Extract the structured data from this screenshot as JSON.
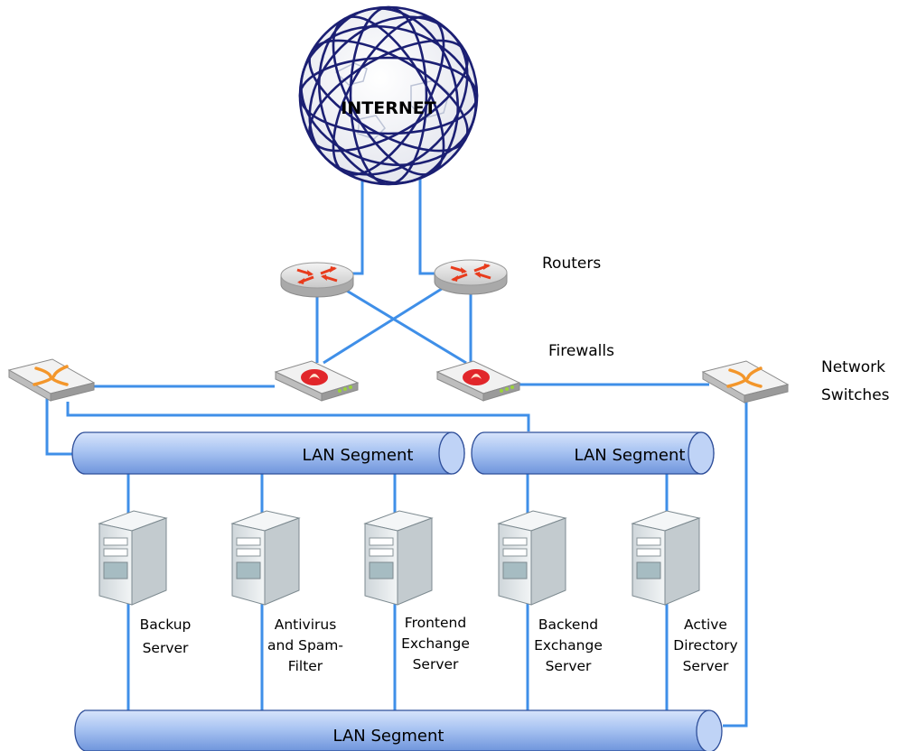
{
  "internet": {
    "label": "INTERNET"
  },
  "groups": {
    "routers": "Routers",
    "firewalls": "Firewalls",
    "switches": [
      "Network",
      "Switches"
    ]
  },
  "segments": {
    "upper_left": "LAN Segment",
    "upper_right": "LAN Segment",
    "bottom": "LAN Segment"
  },
  "servers": [
    {
      "lines": [
        "Backup",
        "Server"
      ]
    },
    {
      "lines": [
        "Antivirus",
        "and Spam-",
        "Filter"
      ]
    },
    {
      "lines": [
        "Frontend",
        "Exchange",
        "Server"
      ]
    },
    {
      "lines": [
        "Backend",
        "Exchange",
        "Server"
      ]
    },
    {
      "lines": [
        "Active",
        "Directory",
        "Server"
      ]
    }
  ],
  "colors": {
    "link": "#3f8fe8",
    "globe": "#1b1f73",
    "segment_fill": "#9ebcf2",
    "router_arrow": "#e83b1c",
    "firewall_red": "#e1262a",
    "switch_orange": "#f3962b"
  }
}
